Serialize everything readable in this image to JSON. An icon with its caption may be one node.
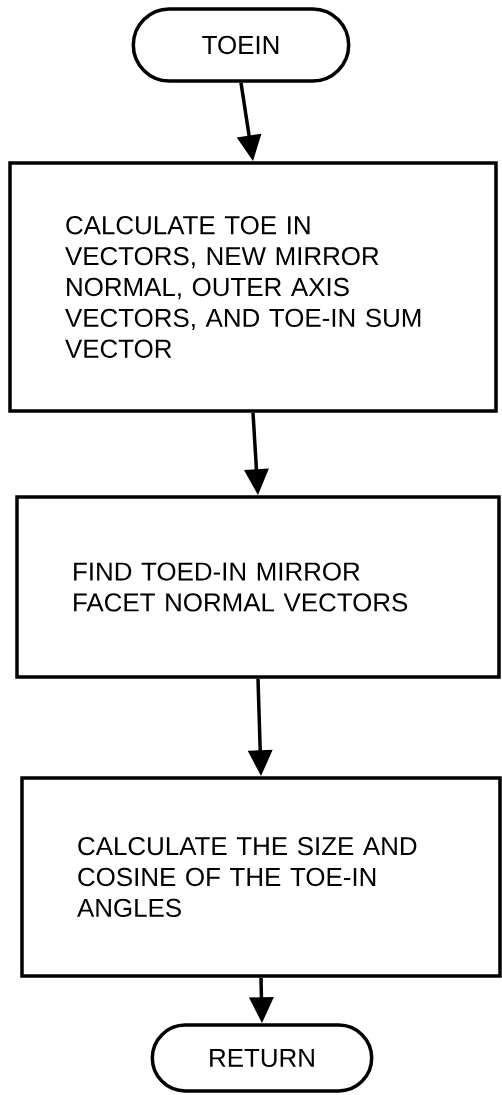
{
  "diagram": {
    "nodes": [
      {
        "text": [
          "TOEIN"
        ]
      },
      {
        "text": [
          "CALCULATE TOE IN VECTORS, NEW MIRROR NORMAL, OUTER AXIS VECTORS, AND TOE-IN SUM VECTOR"
        ]
      },
      {
        "text": [
          "FIND TOED-IN MIRROR FACET NORMAL VECTORS"
        ]
      },
      {
        "text": [
          "CALCULATE THE SIZE AND COSINE OF THE TOE-IN ANGLES"
        ]
      },
      {
        "text": [
          "RETURN"
        ]
      }
    ],
    "edges": [
      {
        "from": 0,
        "to": 1,
        "arrow": "to"
      },
      {
        "from": 1,
        "to": 2,
        "arrow": "to"
      },
      {
        "from": 2,
        "to": 3,
        "arrow": "to"
      },
      {
        "from": 3,
        "to": 4,
        "arrow": "to"
      }
    ]
  }
}
